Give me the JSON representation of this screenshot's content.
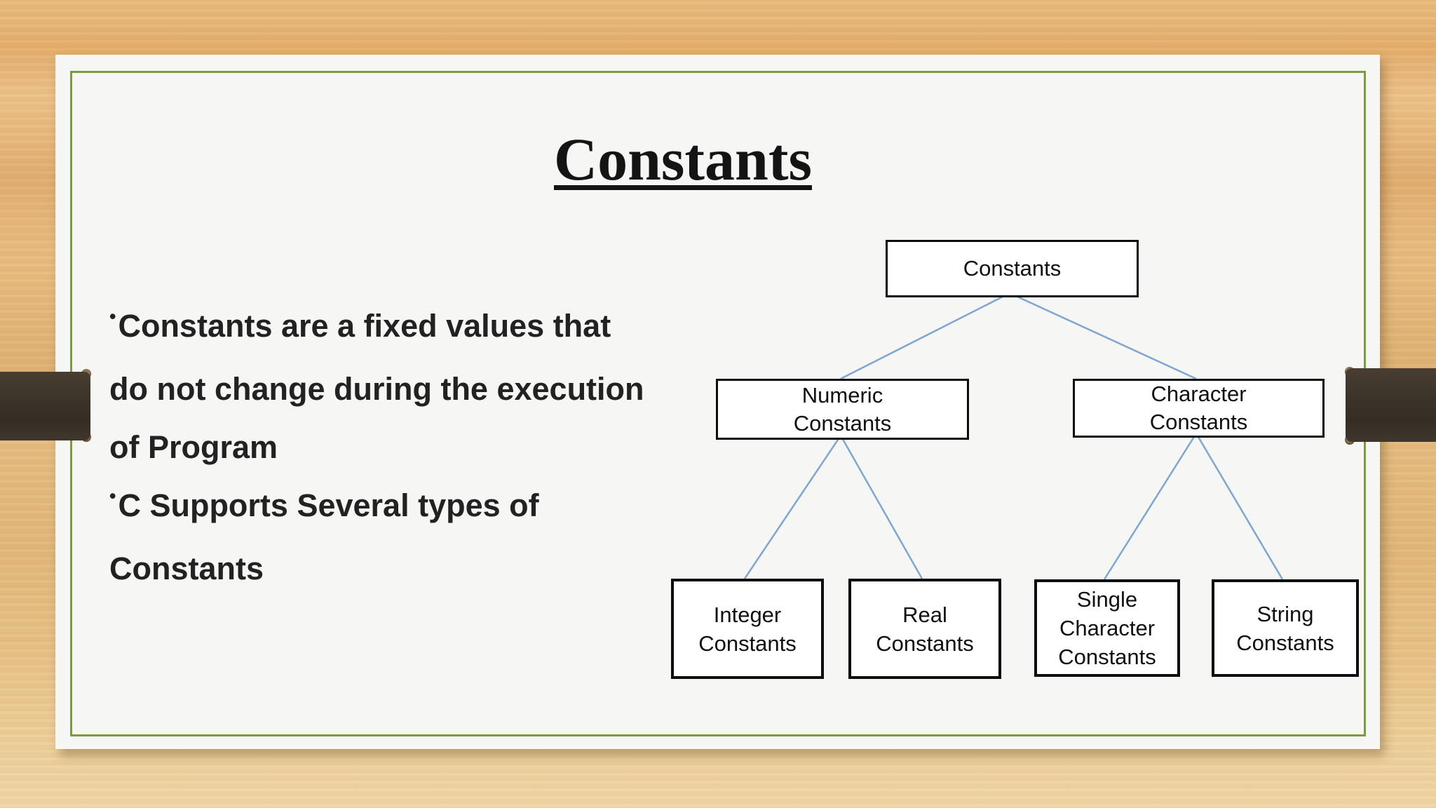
{
  "slide": {
    "title": "Constants",
    "bullet_glyph": "•",
    "bullets": [
      {
        "text": "Constants are a fixed values that do not change during the execution of Program",
        "lines": [
          "Constants are a fixed values that",
          "do not change during the execution",
          "of Program"
        ]
      },
      {
        "text": "C Supports Several types of Constants",
        "lines": [
          "C Supports Several types of",
          "Constants"
        ]
      }
    ]
  },
  "diagram": {
    "nodes": [
      {
        "id": "constants-root",
        "lines": [
          "Constants"
        ]
      },
      {
        "id": "numeric-constants",
        "lines": [
          "Numeric",
          "Constants"
        ]
      },
      {
        "id": "character-constants",
        "lines": [
          "Character",
          "Constants"
        ]
      },
      {
        "id": "integer-constants",
        "lines": [
          "Integer",
          "Constants"
        ]
      },
      {
        "id": "real-constants",
        "lines": [
          "Real",
          "Constants"
        ]
      },
      {
        "id": "single-character-constants",
        "lines": [
          "Single",
          "Character",
          "Constants"
        ]
      },
      {
        "id": "string-constants",
        "lines": [
          "String",
          "Constants"
        ]
      }
    ],
    "edges": [
      [
        "constants-root",
        "numeric-constants"
      ],
      [
        "constants-root",
        "character-constants"
      ],
      [
        "numeric-constants",
        "integer-constants"
      ],
      [
        "numeric-constants",
        "real-constants"
      ],
      [
        "character-constants",
        "single-character-constants"
      ],
      [
        "character-constants",
        "string-constants"
      ]
    ]
  },
  "colors": {
    "connector_blue": "#7ea6d4",
    "border_green": "#7c9a3e",
    "strap_brown": "#3c342a",
    "wood_tan": "#e5bc80",
    "slide_background": "#f6f6f4",
    "box_border": "#0d0d0d"
  }
}
